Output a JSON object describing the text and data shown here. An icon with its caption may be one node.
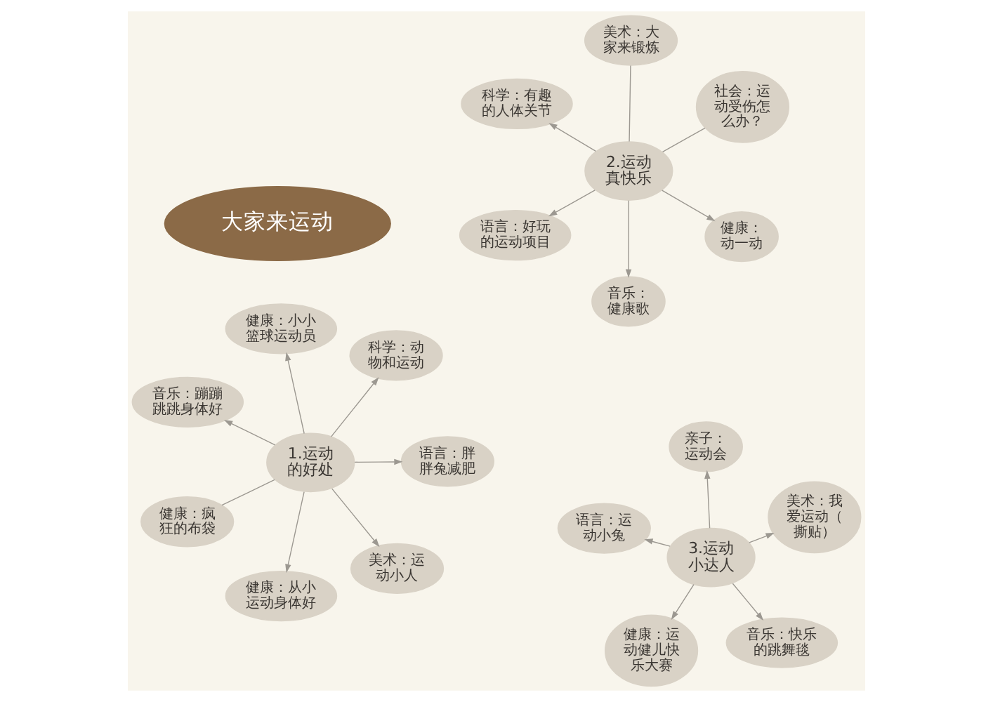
{
  "diagram": {
    "nodes": [
      {
        "text": [
          "大家来运动"
        ]
      },
      {
        "text": [
          "1.运动的好处"
        ]
      },
      {
        "text": [
          "语言：胖胖兔减肥"
        ]
      },
      {
        "text": [
          "健康：从小运动身体好"
        ]
      },
      {
        "text": [
          "音乐：蹦蹦跳跳身体好"
        ]
      },
      {
        "text": [
          "科学：动物和运动"
        ]
      },
      {
        "text": [
          "健康：小小篮球运动员"
        ]
      },
      {
        "text": [
          "健康：疯狂的布袋"
        ]
      },
      {
        "text": [
          "美术：运动小人"
        ]
      },
      {
        "text": [
          "2.运动真快乐"
        ]
      },
      {
        "text": [
          "健康：动一动"
        ]
      },
      {
        "text": [
          "音乐：健康歌"
        ]
      },
      {
        "text": [
          "科学：有趣的人体关节"
        ]
      },
      {
        "text": [
          "社会：运动受伤怎么办？"
        ]
      },
      {
        "text": [
          "美术：大家来锻炼"
        ]
      },
      {
        "text": [
          "语言：好玩的运动项目"
        ]
      },
      {
        "text": [
          "3.运动小达人"
        ]
      },
      {
        "text": [
          "音乐：快乐的跳舞毯"
        ]
      },
      {
        "text": [
          "健康：运动健儿快乐大赛"
        ]
      },
      {
        "text": [
          "语言：运动小兔"
        ]
      },
      {
        "text": [
          "美术：我爱运动（撕贴）"
        ]
      },
      {
        "text": [
          "亲子：运动会"
        ]
      }
    ],
    "edges": [
      {
        "from": 1,
        "to": 2,
        "arrow": "to"
      },
      {
        "from": 1,
        "to": 3,
        "arrow": "to"
      },
      {
        "from": 1,
        "to": 4,
        "arrow": "to"
      },
      {
        "from": 1,
        "to": 5,
        "arrow": "to"
      },
      {
        "from": 1,
        "to": 6,
        "arrow": "to"
      },
      {
        "from": 1,
        "to": 7,
        "arrow": "none"
      },
      {
        "from": 1,
        "to": 8,
        "arrow": "to"
      },
      {
        "from": 9,
        "to": 10,
        "arrow": "to"
      },
      {
        "from": 9,
        "to": 11,
        "arrow": "to"
      },
      {
        "from": 9,
        "to": 12,
        "arrow": "to"
      },
      {
        "from": 9,
        "to": 13,
        "arrow": "none"
      },
      {
        "from": 9,
        "to": 14,
        "arrow": "none"
      },
      {
        "from": 9,
        "to": 15,
        "arrow": "to"
      },
      {
        "from": 16,
        "to": 17,
        "arrow": "to"
      },
      {
        "from": 16,
        "to": 18,
        "arrow": "to"
      },
      {
        "from": 16,
        "to": 19,
        "arrow": "to"
      },
      {
        "from": 16,
        "to": 20,
        "arrow": "to"
      },
      {
        "from": 16,
        "to": 21,
        "arrow": "to"
      }
    ]
  }
}
